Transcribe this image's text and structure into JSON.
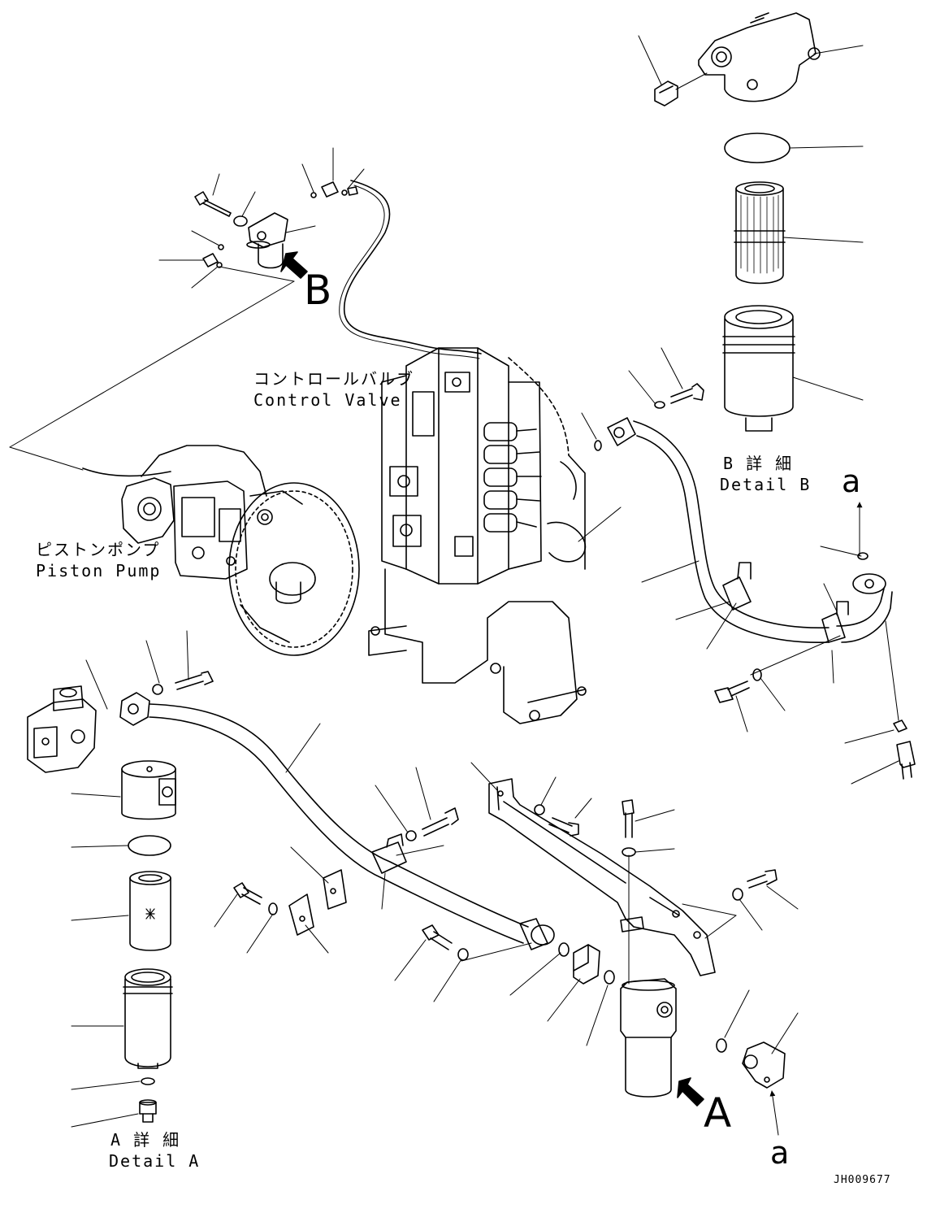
{
  "labels": {
    "control_valve_jp": "コントロールバルブ",
    "control_valve_en": "Control Valve",
    "piston_pump_jp": "ピストンポンプ",
    "piston_pump_en": "Piston Pump",
    "detail_b_jp": "B 詳 細",
    "detail_b_en": "Detail B",
    "detail_a_jp": "A 詳 細",
    "detail_a_en": "Detail A",
    "callout_b": "B",
    "callout_a": "A",
    "marker_a_top": "a",
    "marker_a_bottom": "a",
    "drawing_number": "JH009677"
  },
  "colors": {
    "line": "#000000",
    "background": "#ffffff"
  },
  "icons": {
    "callout_arrow": "bold-arrow-icon",
    "pointer_arrow": "arrowhead-icon"
  }
}
